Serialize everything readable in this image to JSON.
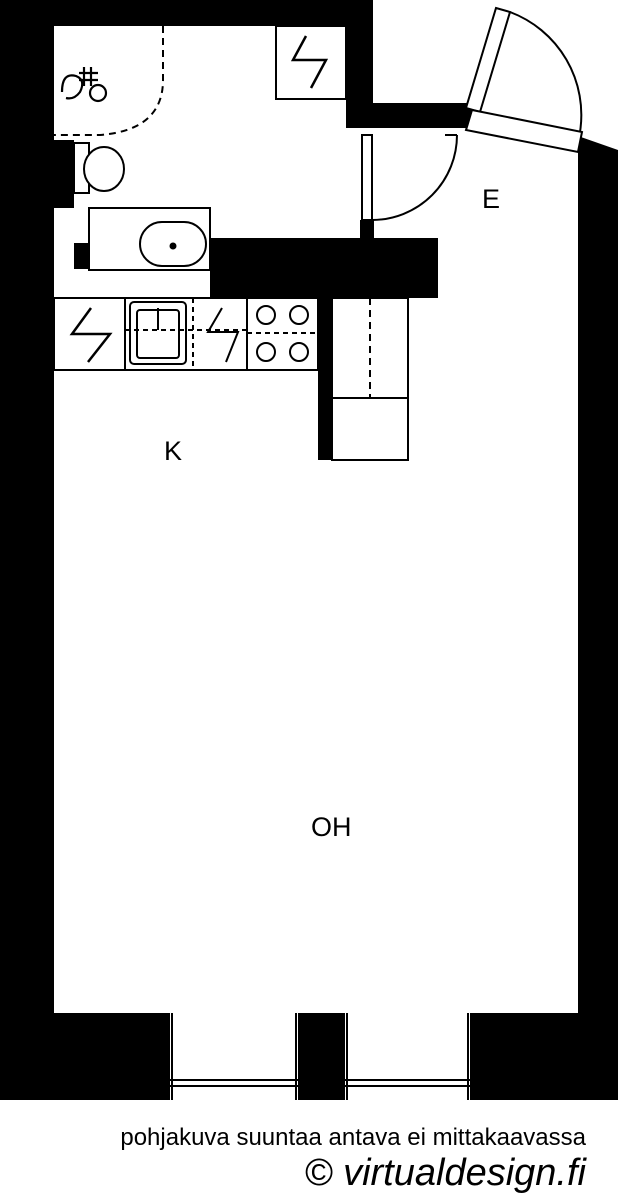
{
  "rooms": {
    "kitchen": "K",
    "entry": "E",
    "living": "OH"
  },
  "footer": {
    "caption": "pohjakuva suuntaa antava ei mittakaavassa",
    "copyright": "© virtualdesign.fi"
  },
  "symbols": {
    "electric": "lightning-icon",
    "shower": "shower-icon",
    "toilet": "toilet-icon",
    "sink": "sink-icon",
    "stove": "stove-icon"
  },
  "colors": {
    "wall": "#000000",
    "floor": "#ffffff"
  }
}
